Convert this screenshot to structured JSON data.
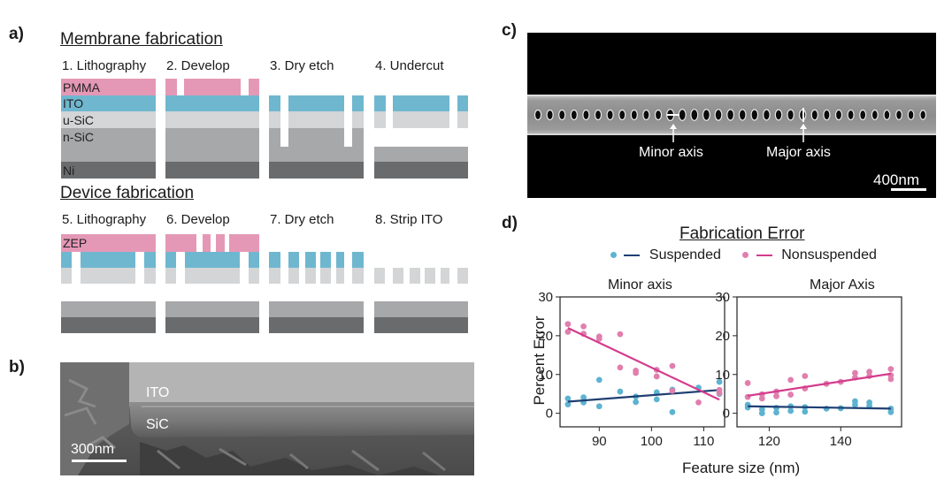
{
  "colors": {
    "pmma": "#e598b6",
    "ito": "#6fb7cf",
    "usic": "#d3d5d7",
    "nsic": "#a7a8aa",
    "ni": "#6a6b6d",
    "suspended": "#5db3d1",
    "suspended_line": "#1f3f73",
    "nonsuspended": "#e07fae",
    "nonsuspended_line": "#d43c8c"
  },
  "panel_a": {
    "label": "a)",
    "membrane_heading": "Membrane fabrication",
    "device_heading": "Device fabrication",
    "membrane_steps": [
      "1. Lithography",
      "2. Develop",
      "3. Dry etch",
      "4. Undercut"
    ],
    "device_steps": [
      "5. Lithography",
      "6. Develop",
      "7. Dry etch",
      "8. Strip ITO"
    ],
    "layers": [
      "PMMA",
      "ITO",
      "u-SiC",
      "n-SiC",
      "Ni"
    ],
    "device_resist": "ZEP"
  },
  "panel_b": {
    "label": "b)",
    "ito_label": "ITO",
    "sic_label": "SiC",
    "scale_bar": "300nm"
  },
  "panel_c": {
    "label": "c)",
    "minor_label": "Minor axis",
    "major_label": "Major axis",
    "scale_bar": "400nm"
  },
  "panel_d": {
    "label": "d)",
    "title": "Fabrication Error",
    "legend": [
      "Suspended",
      "Nonsuspended"
    ],
    "ylabel": "Percent Error",
    "xlabel": "Feature size (nm)",
    "subplot_titles": [
      "Minor axis",
      "Major Axis"
    ]
  },
  "chart_data": [
    {
      "type": "scatter",
      "title": "Minor axis",
      "xlabel": "Feature size (nm)",
      "ylabel": "Percent Error",
      "xlim": [
        82.5,
        114
      ],
      "ylim": [
        -3.5,
        30
      ],
      "xticks": [
        90,
        100,
        110
      ],
      "yticks": [
        0,
        10,
        20,
        30
      ],
      "series": [
        {
          "name": "Suspended",
          "points": [
            [
              84,
              2.3
            ],
            [
              84,
              3.8
            ],
            [
              87,
              2.8
            ],
            [
              87,
              4.1
            ],
            [
              90,
              1.8
            ],
            [
              90,
              8.6
            ],
            [
              94,
              5.6
            ],
            [
              97,
              2.9
            ],
            [
              97,
              4.3
            ],
            [
              101,
              3.6
            ],
            [
              101,
              5.4
            ],
            [
              104,
              0.3
            ],
            [
              104,
              6.1
            ],
            [
              109,
              6.6
            ],
            [
              113,
              8.1
            ],
            [
              113,
              5.0
            ]
          ],
          "fit": [
            [
              84,
              3.0
            ],
            [
              113,
              6.0
            ]
          ]
        },
        {
          "name": "Nonsuspended",
          "points": [
            [
              84,
              23.0
            ],
            [
              84,
              21.0
            ],
            [
              87,
              22.4
            ],
            [
              87,
              20.5
            ],
            [
              90,
              19.8
            ],
            [
              90,
              19.2
            ],
            [
              94,
              20.4
            ],
            [
              94,
              11.8
            ],
            [
              97,
              11.0
            ],
            [
              97,
              10.4
            ],
            [
              101,
              11.2
            ],
            [
              101,
              9.5
            ],
            [
              104,
              12.2
            ],
            [
              104,
              5.8
            ],
            [
              109,
              2.8
            ],
            [
              113,
              5.2
            ],
            [
              113,
              6.0
            ]
          ],
          "fit": [
            [
              84,
              22.0
            ],
            [
              113,
              3.5
            ]
          ]
        }
      ]
    },
    {
      "type": "scatter",
      "title": "Major Axis",
      "xlabel": "Feature size (nm)",
      "ylabel": "Percent Error",
      "xlim": [
        111,
        157
      ],
      "ylim": [
        -3.5,
        30
      ],
      "xticks": [
        120,
        140
      ],
      "yticks": [
        0,
        10,
        20,
        30
      ],
      "series": [
        {
          "name": "Suspended",
          "points": [
            [
              114,
              2.2
            ],
            [
              114,
              1.5
            ],
            [
              118,
              1.0
            ],
            [
              118,
              0.0
            ],
            [
              122,
              1.4
            ],
            [
              122,
              0.2
            ],
            [
              126,
              1.8
            ],
            [
              126,
              0.6
            ],
            [
              130,
              1.6
            ],
            [
              130,
              0.4
            ],
            [
              136,
              1.2
            ],
            [
              140,
              1.3
            ],
            [
              144,
              3.1
            ],
            [
              144,
              2.2
            ],
            [
              148,
              2.8
            ],
            [
              148,
              1.9
            ],
            [
              154,
              1.2
            ],
            [
              154,
              0.3
            ]
          ],
          "fit": [
            [
              114,
              1.8
            ],
            [
              154,
              1.2
            ]
          ]
        },
        {
          "name": "Nonsuspended",
          "points": [
            [
              114,
              7.8
            ],
            [
              114,
              4.2
            ],
            [
              118,
              4.9
            ],
            [
              118,
              3.8
            ],
            [
              122,
              5.6
            ],
            [
              122,
              4.4
            ],
            [
              126,
              8.6
            ],
            [
              126,
              4.8
            ],
            [
              130,
              9.6
            ],
            [
              130,
              6.4
            ],
            [
              136,
              7.6
            ],
            [
              140,
              8.1
            ],
            [
              144,
              10.4
            ],
            [
              144,
              9.2
            ],
            [
              148,
              10.7
            ],
            [
              148,
              9.6
            ],
            [
              154,
              11.4
            ],
            [
              154,
              9.8
            ],
            [
              154,
              8.8
            ]
          ],
          "fit": [
            [
              114,
              4.5
            ],
            [
              154,
              10.2
            ]
          ]
        }
      ]
    }
  ]
}
